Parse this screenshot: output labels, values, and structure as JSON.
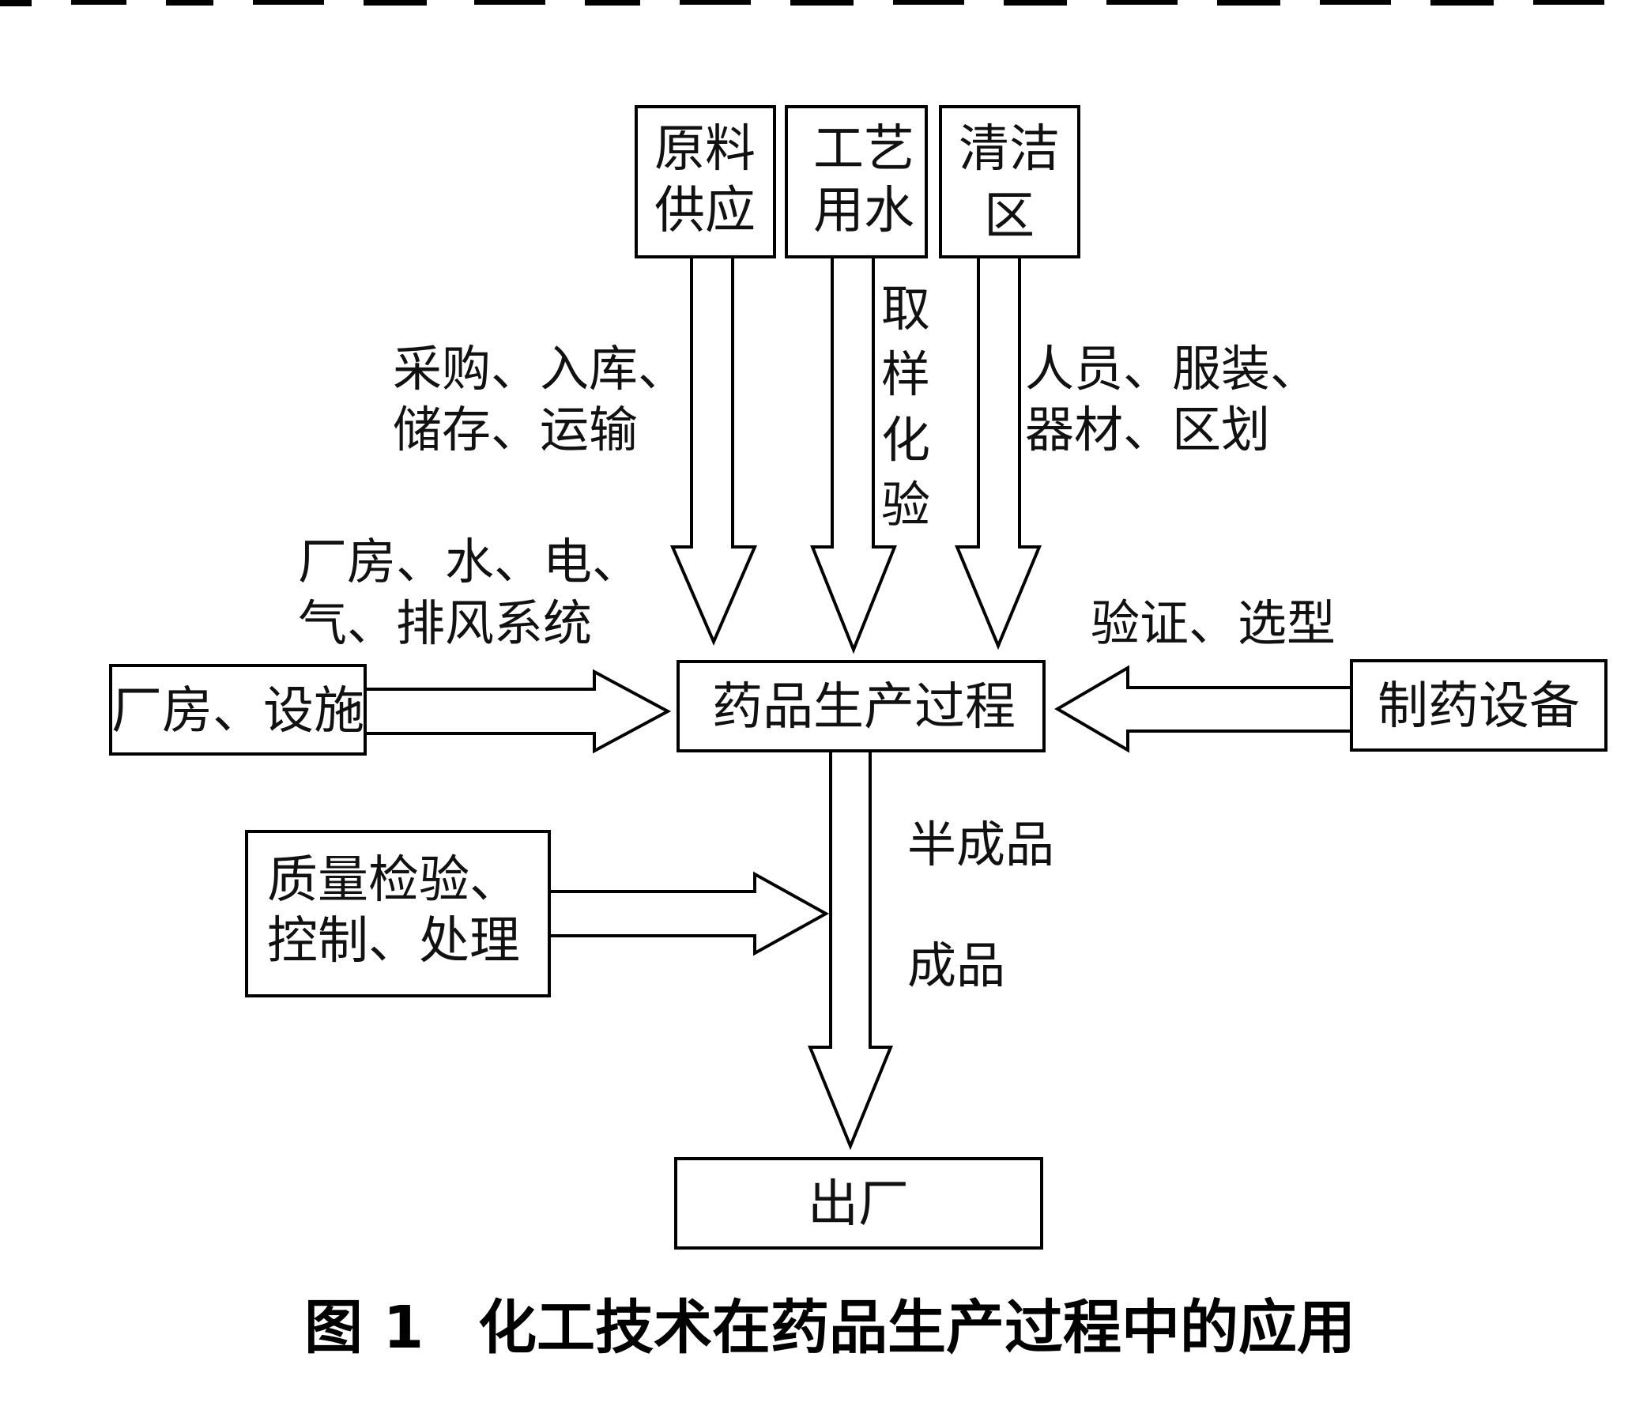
{
  "nodes": {
    "raw_material": {
      "line1": "原料",
      "line2": "供应"
    },
    "process_water": {
      "line1": "工艺",
      "line2": "用水"
    },
    "clean_zone": {
      "line1": "清洁",
      "line2": "区"
    },
    "plant_facility": "厂房、设施",
    "production": "药品生产过程",
    "pharma_equipment": "制药设备",
    "quality": {
      "line1": "质量检验、",
      "line2": "控制、处理"
    },
    "exit": "出厂"
  },
  "labels": {
    "procurement": {
      "line1": "采购、入库、",
      "line2": "储存、运输"
    },
    "sampling": [
      "取",
      "样",
      "化",
      "验"
    ],
    "personnel": {
      "line1": "人员、服装、",
      "line2": "器材、区划"
    },
    "utilities": {
      "line1": "厂房、水、电、",
      "line2": "气、排风系统"
    },
    "validation": "验证、选型",
    "semi_finished": "半成品",
    "finished": "成品"
  },
  "caption": {
    "number": "图 1",
    "text": "化工技术在药品生产过程中的应用"
  }
}
